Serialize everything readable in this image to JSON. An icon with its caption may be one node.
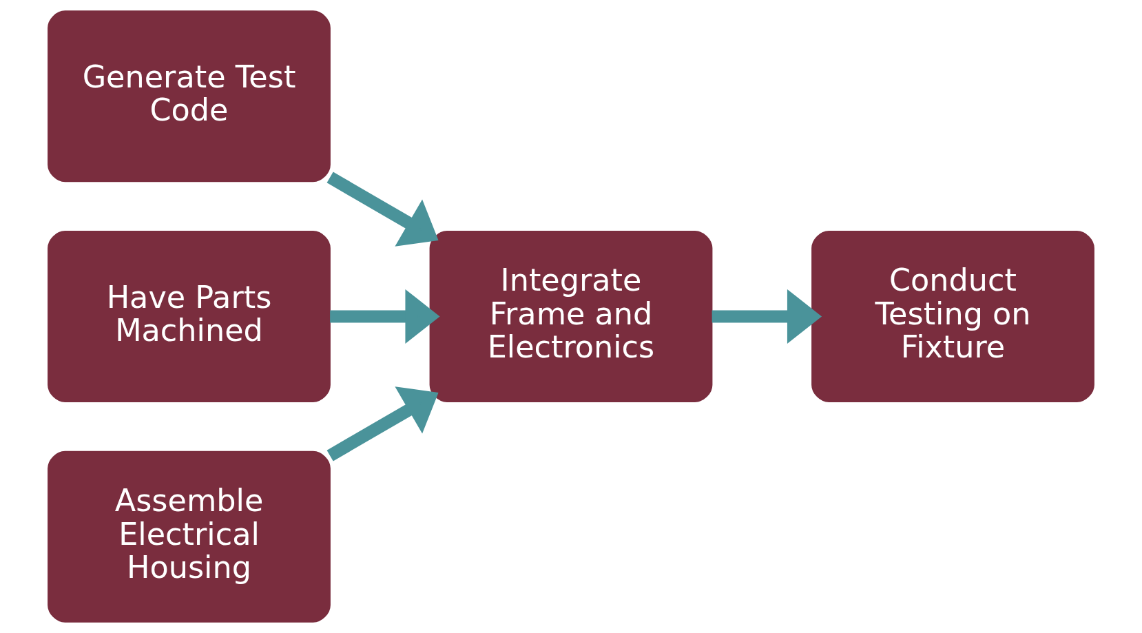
{
  "diagram": {
    "nodes": [
      {
        "text": [
          "Generate Test Code"
        ]
      },
      {
        "text": [
          "Have Parts Machined"
        ]
      },
      {
        "text": [
          "Assemble Electrical Housing"
        ]
      },
      {
        "text": [
          "Integrate Frame and Electronics"
        ]
      },
      {
        "text": [
          "Conduct Testing on Fixture"
        ]
      }
    ],
    "edges": [
      {
        "from": 0,
        "to": 3,
        "arrow": "to"
      },
      {
        "from": 1,
        "to": 3,
        "arrow": "to"
      },
      {
        "from": 2,
        "to": 3,
        "arrow": "to"
      },
      {
        "from": 3,
        "to": 4,
        "arrow": "to"
      }
    ]
  }
}
